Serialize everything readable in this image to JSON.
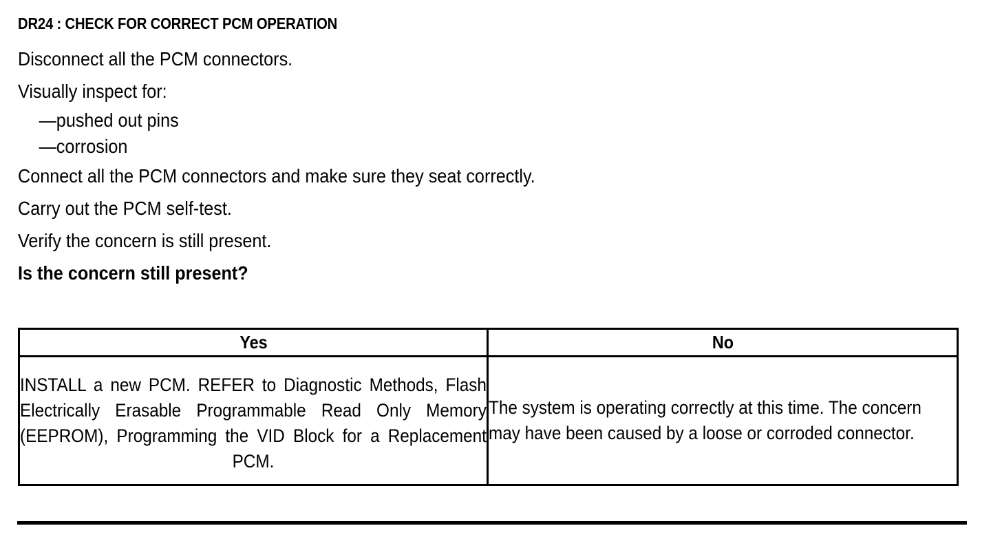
{
  "page": {
    "title": "DR24 : CHECK FOR CORRECT PCM OPERATION",
    "background_color": "#FFFFFF",
    "text_color": "#000000"
  },
  "steps": [
    {
      "text": "Disconnect all the PCM connectors.",
      "style": "normal",
      "indent": false
    },
    {
      "text": "Visually inspect for:",
      "style": "normal",
      "indent": false
    },
    {
      "text": "—pushed out pins",
      "style": "normal",
      "indent": true
    },
    {
      "text": "—corrosion",
      "style": "normal",
      "indent": true
    },
    {
      "text": "Connect all the PCM connectors and make sure they seat correctly.",
      "style": "normal",
      "indent": false
    },
    {
      "text": "Carry out the PCM self-test.",
      "style": "normal",
      "indent": false
    },
    {
      "text": "Verify the concern is still present.",
      "style": "normal",
      "indent": false
    },
    {
      "text": "Is the concern still present?",
      "style": "bold",
      "indent": false
    }
  ],
  "decision_table": {
    "headers": {
      "yes": "Yes",
      "no": "No"
    },
    "cells": {
      "yes": "INSTALL a new PCM. REFER to Diagnostic Methods, Flash Electrically Erasable Programmable Read Only Memory (EEPROM), Programming the VID Block for a Replacement PCM.",
      "no": "The system is operating correctly at this time. The concern may have been caused by a loose or corroded connector."
    }
  }
}
